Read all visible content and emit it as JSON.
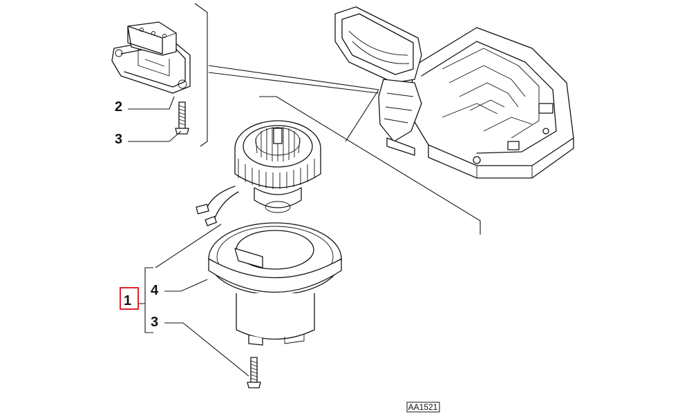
{
  "callouts": {
    "assembly_number": "1",
    "resistor_number": "2",
    "screw_top_number": "3",
    "fan_housing_number": "4",
    "screw_bottom_number": "3"
  },
  "reference_code": "AA1521",
  "highlight_color": "#e0202a"
}
